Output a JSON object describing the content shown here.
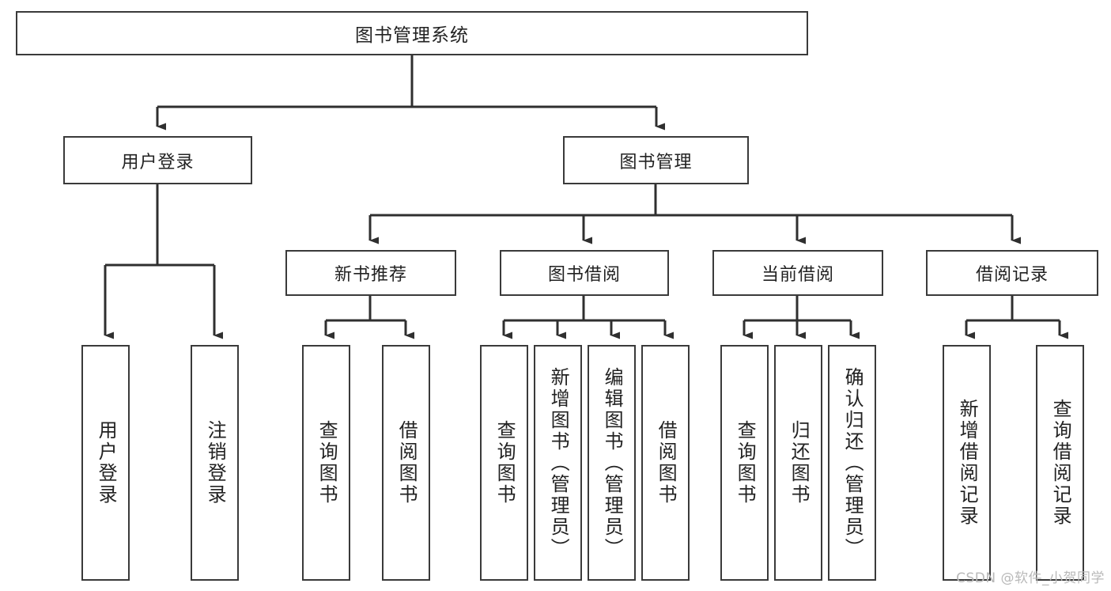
{
  "diagram": {
    "title": "图书管理系统",
    "type": "tree",
    "colors": {
      "node_border": "#3a3a3a",
      "node_fill": "#ffffff",
      "edge": "#2f2f2f",
      "text": "#222222",
      "watermark": "#b9b9b9",
      "background": "#ffffff"
    },
    "watermark": "CSDN @软件_小贺同学",
    "nodes": {
      "root": {
        "id": "root",
        "label": "图书管理系统",
        "level": 0
      },
      "level1": [
        {
          "id": "user-login",
          "label": "用户登录",
          "level": 1
        },
        {
          "id": "book-manage",
          "label": "图书管理",
          "level": 1
        }
      ],
      "level2": [
        {
          "id": "new-book-recommend",
          "label": "新书推荐",
          "level": 2,
          "parent": "book-manage"
        },
        {
          "id": "book-borrow",
          "label": "图书借阅",
          "level": 2,
          "parent": "book-manage"
        },
        {
          "id": "current-borrow",
          "label": "当前借阅",
          "level": 2,
          "parent": "book-manage"
        },
        {
          "id": "borrow-record",
          "label": "借阅记录",
          "level": 2,
          "parent": "book-manage"
        }
      ],
      "leaves": [
        {
          "id": "leaf-user-login",
          "label": "用户登录",
          "parent": "user-login"
        },
        {
          "id": "leaf-logout-login",
          "label": "注销登录",
          "parent": "user-login"
        },
        {
          "id": "leaf-query-book-1",
          "label": "查询图书",
          "parent": "new-book-recommend"
        },
        {
          "id": "leaf-borrow-book-1",
          "label": "借阅图书",
          "parent": "new-book-recommend"
        },
        {
          "id": "leaf-query-book-2",
          "label": "查询图书",
          "parent": "book-borrow"
        },
        {
          "id": "leaf-add-book",
          "label": "新增图书（管理员）",
          "parent": "book-borrow"
        },
        {
          "id": "leaf-edit-book",
          "label": "编辑图书（管理员）",
          "parent": "book-borrow"
        },
        {
          "id": "leaf-borrow-book-2",
          "label": "借阅图书",
          "parent": "book-borrow"
        },
        {
          "id": "leaf-query-book-3",
          "label": "查询图书",
          "parent": "current-borrow"
        },
        {
          "id": "leaf-return-book",
          "label": "归还图书",
          "parent": "current-borrow"
        },
        {
          "id": "leaf-confirm-return",
          "label": "确认归还（管理员）",
          "parent": "current-borrow"
        },
        {
          "id": "leaf-add-record",
          "label": "新增借阅记录",
          "parent": "borrow-record"
        },
        {
          "id": "leaf-query-record",
          "label": "查询借阅记录",
          "parent": "borrow-record"
        }
      ]
    }
  }
}
